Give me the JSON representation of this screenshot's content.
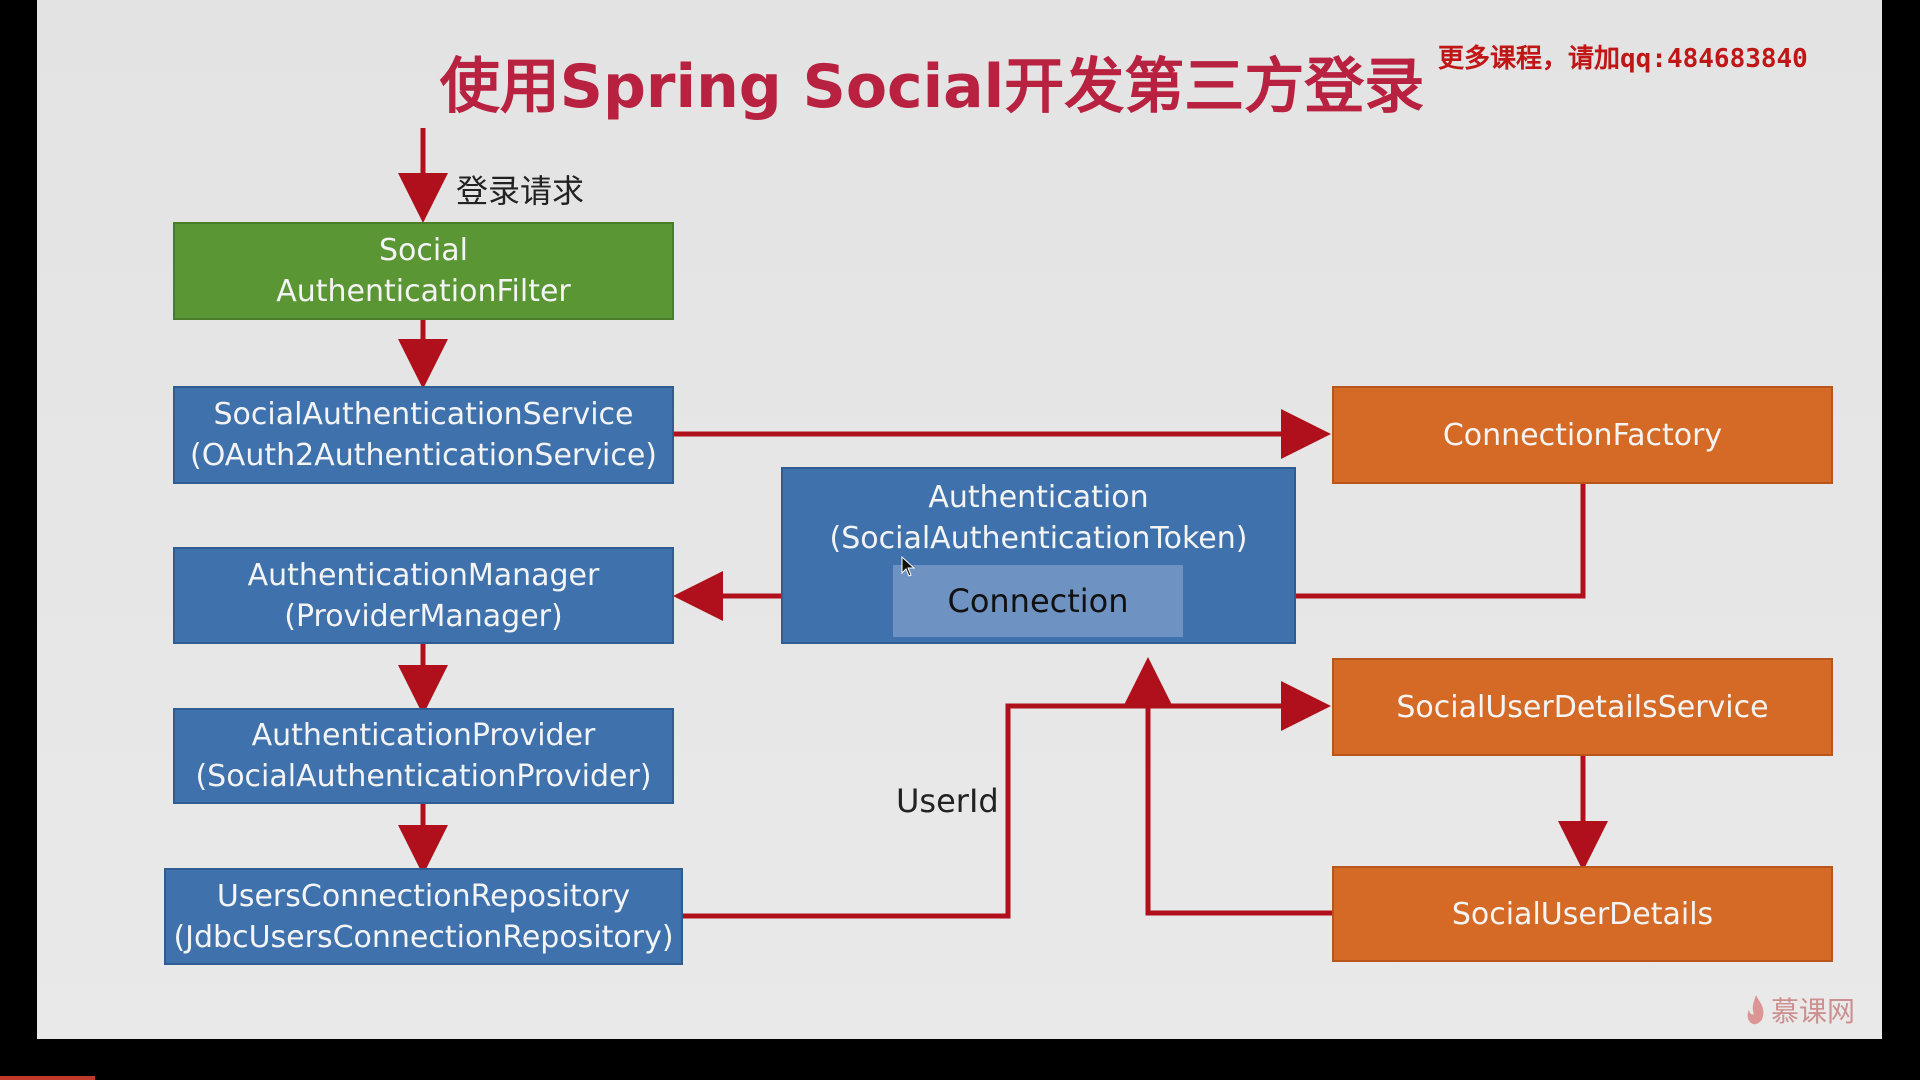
{
  "title": "使用Spring Social开发第三方登录",
  "promo": "更多课程，请加qq:484683840",
  "labels": {
    "login_request": "登录请求",
    "user_id": "UserId"
  },
  "boxes": {
    "social_filter": [
      "Social",
      "AuthenticationFilter"
    ],
    "social_auth_service": [
      "SocialAuthenticationService",
      "(OAuth2AuthenticationService)"
    ],
    "auth_manager": [
      "AuthenticationManager",
      "(ProviderManager)"
    ],
    "auth_provider": [
      "AuthenticationProvider",
      "(SocialAuthenticationProvider)"
    ],
    "users_conn_repo": [
      "UsersConnectionRepository",
      "(JdbcUsersConnectionRepository)"
    ],
    "authentication": [
      "Authentication",
      "(SocialAuthenticationToken)"
    ],
    "connection": "Connection",
    "connection_factory": "ConnectionFactory",
    "social_user_details_service": "SocialUserDetailsService",
    "social_user_details": "SocialUserDetails"
  },
  "logo": "慕课网",
  "colors": {
    "green": "#5a9634",
    "blue": "#3f72ad",
    "orange": "#d46a25",
    "arrow": "#b0101c",
    "title": "#b8213f"
  }
}
